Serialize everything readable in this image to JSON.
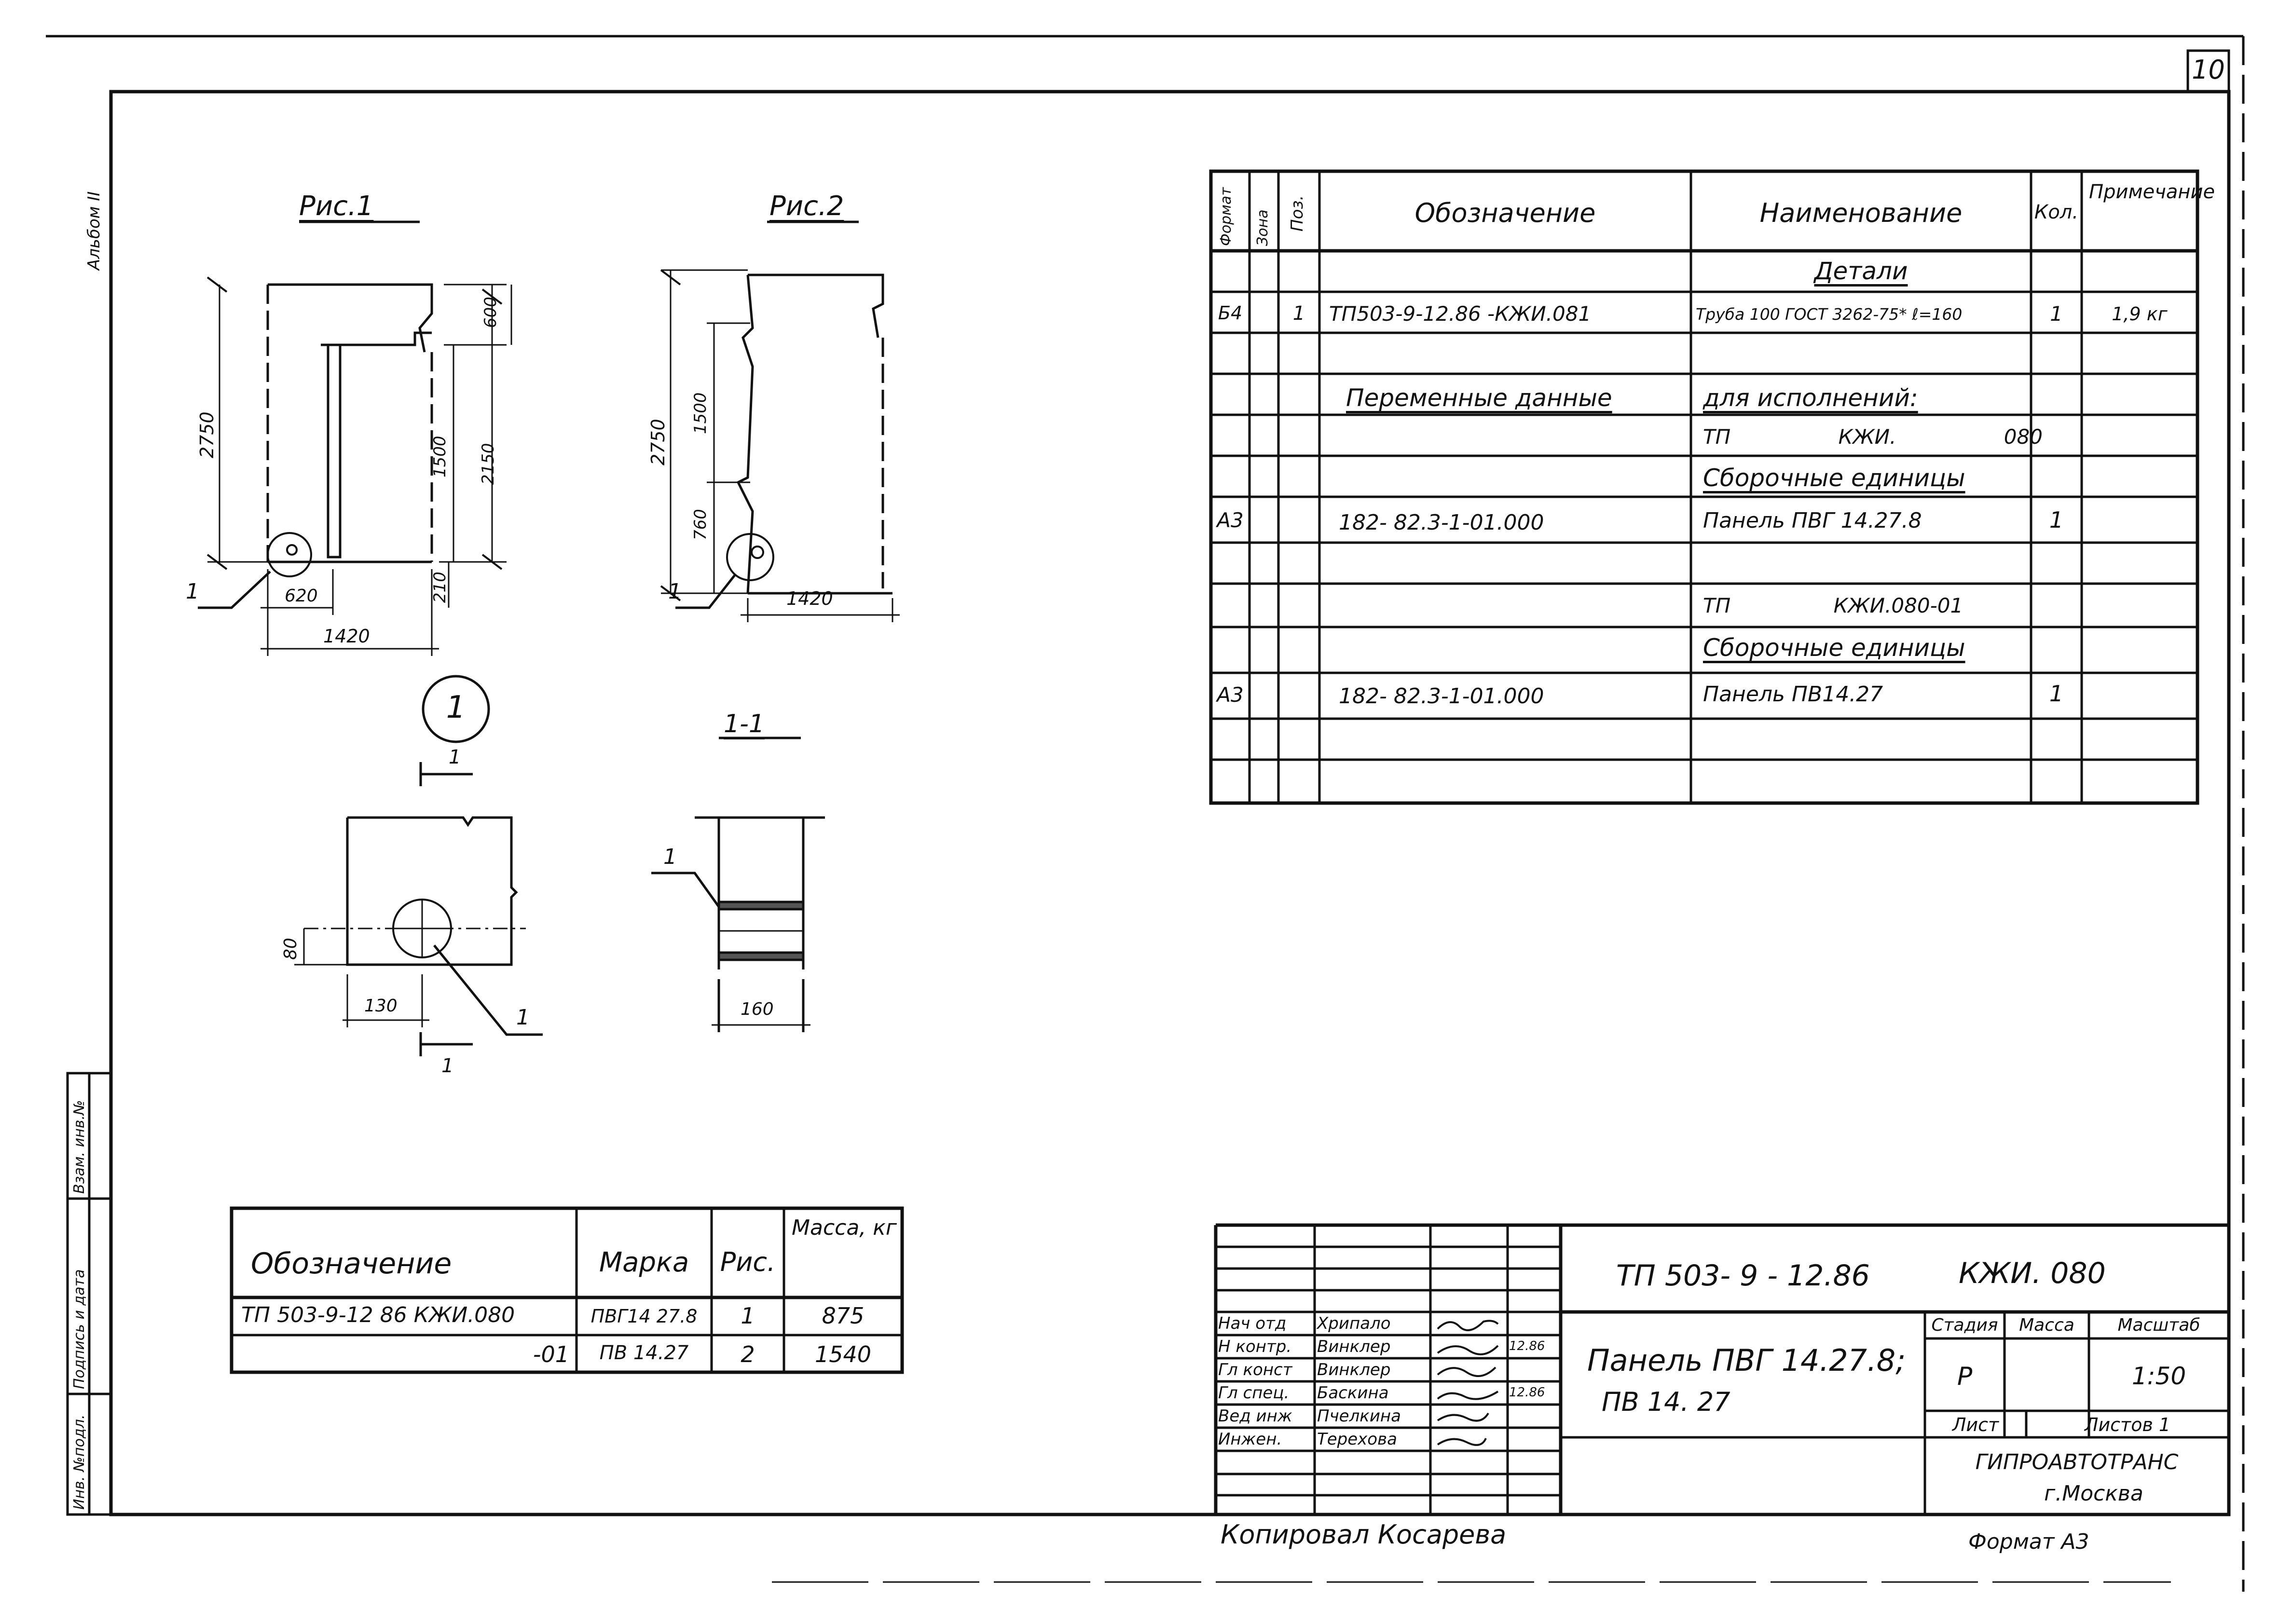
{
  "sheet": {
    "number": "10",
    "album": "Альбом II",
    "copied_by": "Копировал Косарева",
    "format": "Формат A3"
  },
  "margin_stamp": [
    "Инв. №подл.",
    "Подпись и дата",
    "Взам. инв.№"
  ],
  "figures": {
    "fig1": {
      "title": "Рис.1",
      "dims": {
        "height": "2750",
        "top": "600",
        "mid": "1500",
        "right": "2150",
        "bottom": "210",
        "offset": "620",
        "width": "1420"
      },
      "callout": "1"
    },
    "fig2": {
      "title": "Рис.2",
      "dims": {
        "height": "2750",
        "upper": "1500",
        "lower": "760",
        "width": "1420"
      },
      "callout": "1"
    },
    "node": {
      "label": "1",
      "section_mark": "1",
      "dims": {
        "h": "80",
        "w": "130"
      },
      "callout": "1"
    },
    "section": {
      "title": "1-1",
      "dims": {
        "w": "160"
      },
      "callout": "1"
    }
  },
  "spec_table": {
    "headers": {
      "format": "Формат",
      "zone": "Зона",
      "pos": "Поз.",
      "designation": "Обозначение",
      "name": "Наименование",
      "qty": "Кол.",
      "note": "Примечание"
    },
    "rows": [
      {
        "format": "",
        "zone": "",
        "pos": "",
        "designation": "",
        "name": "Детали",
        "qty": "",
        "note": ""
      },
      {
        "format": "Б4",
        "zone": "",
        "pos": "1",
        "designation": "ТП503-9-12.86 -КЖИ.081",
        "name": "Труба 100 ГОСТ 3262-75* ℓ=160",
        "qty": "1",
        "note": "1,9 кг"
      },
      {
        "format": "",
        "zone": "",
        "pos": "",
        "designation": "",
        "name": "",
        "qty": "",
        "note": ""
      },
      {
        "format": "",
        "zone": "",
        "pos": "",
        "designation": "Переменные данные",
        "name": "для исполнений:",
        "qty": "",
        "note": ""
      },
      {
        "format": "",
        "zone": "",
        "pos": "",
        "designation": "",
        "name": "ТП КЖИ. 080",
        "qty": "",
        "note": ""
      },
      {
        "format": "",
        "zone": "",
        "pos": "",
        "designation": "",
        "name": "Сборочные единицы",
        "qty": "",
        "note": ""
      },
      {
        "format": "А3",
        "zone": "",
        "pos": "",
        "designation": "182- 82.3-1-01.000",
        "name": "Панель ПВГ 14.27.8",
        "qty": "1",
        "note": ""
      },
      {
        "format": "",
        "zone": "",
        "pos": "",
        "designation": "",
        "name": "",
        "qty": "",
        "note": ""
      },
      {
        "format": "",
        "zone": "",
        "pos": "",
        "designation": "",
        "name": "ТП КЖИ.080-01",
        "qty": "",
        "note": ""
      },
      {
        "format": "",
        "zone": "",
        "pos": "",
        "designation": "",
        "name": "Сборочные единицы",
        "qty": "",
        "note": ""
      },
      {
        "format": "А3",
        "zone": "",
        "pos": "",
        "designation": "182- 82.3-1-01.000",
        "name": "Панель ПВ14.27",
        "qty": "1",
        "note": ""
      },
      {
        "format": "",
        "zone": "",
        "pos": "",
        "designation": "",
        "name": "",
        "qty": "",
        "note": ""
      },
      {
        "format": "",
        "zone": "",
        "pos": "",
        "designation": "",
        "name": "",
        "qty": "",
        "note": ""
      }
    ]
  },
  "mass_table": {
    "headers": {
      "designation": "Обозначение",
      "mark": "Марка",
      "fig": "Рис.",
      "mass": "Масса, кг"
    },
    "rows": [
      {
        "designation": "ТП 503-9-12 86 КЖИ.080",
        "mark": "ПВГ14 27.8",
        "fig": "1",
        "mass": "875"
      },
      {
        "designation": "-01",
        "mark": "ПВ 14.27",
        "fig": "2",
        "mass": "1540"
      }
    ]
  },
  "title_block": {
    "code": "ТП 503- 9 - 12.86",
    "doc": "КЖИ. 080",
    "name_line1": "Панель ПВГ 14.27.8;",
    "name_line2": "ПВ 14. 27",
    "stage_label": "Стадия",
    "mass_label": "Масса",
    "scale_label": "Масштаб",
    "stage": "Р",
    "scale": "1:50",
    "sheet_label": "Лист",
    "sheets_label": "Листов 1",
    "org1": "ГИПРОАВТОТРАНС",
    "org2": "г.Москва",
    "staff": [
      {
        "role": "Нач отд",
        "surname": "Хрипало",
        "date": ""
      },
      {
        "role": "Н контр.",
        "surname": "Винклер",
        "date": "12.86"
      },
      {
        "role": "Гл конст",
        "surname": "Винклер",
        "date": ""
      },
      {
        "role": "Гл спец.",
        "surname": "Баскина",
        "date": "12.86"
      },
      {
        "role": "Вед инж",
        "surname": "Пчелкина",
        "date": ""
      },
      {
        "role": "Инжен.",
        "surname": "Терехова",
        "date": ""
      }
    ]
  }
}
